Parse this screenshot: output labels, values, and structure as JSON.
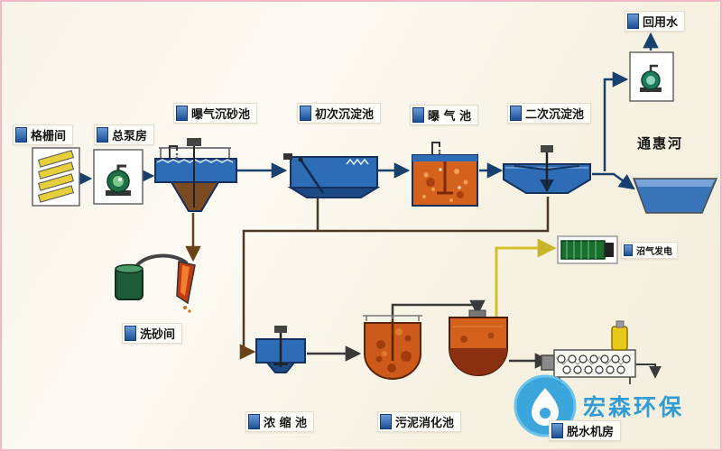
{
  "diagram": {
    "labels": {
      "reuse_water": "回用水",
      "grille_room": "格栅间",
      "pump_station": "总泵房",
      "aerated_grit": "曝气沉砂池",
      "primary_sedimentation": "初次沉淀池",
      "aeration_tank": "曝 气 池",
      "secondary_sedimentation": "二次沉淀池",
      "river": "通惠河",
      "sand_washing": "洗砂间",
      "thickener": "浓 缩 池",
      "digester": "污泥消化池",
      "dewatering": "脱水机房",
      "biogas_power": "沼气发电"
    },
    "watermark": "宏森环保",
    "colors": {
      "water_blue": "#2e6cb5",
      "tank_outline_navy": "#16315e",
      "sludge_orange": "#d4621c",
      "digester_dark": "#8a2f10",
      "bullet_blue": "#1b4f96",
      "river_blue": "#3a74b8",
      "gas_line_yellow": "#d4c02a",
      "generator_green": "#1c6e30",
      "pump_green": "#1e6e46",
      "watermark_blue": "#2196d6"
    }
  }
}
